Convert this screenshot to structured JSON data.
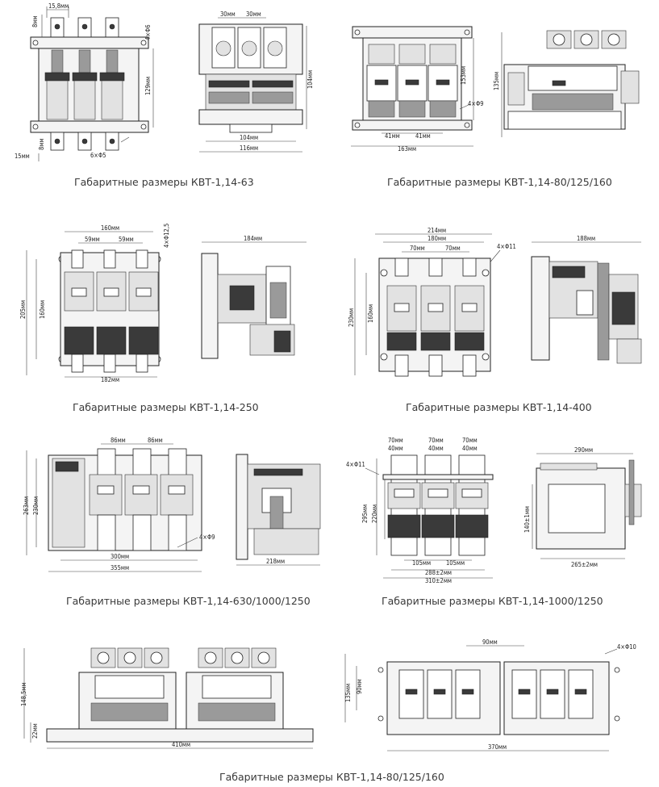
{
  "captions": {
    "c63": "Габаритные размеры КВТ-1,14-63",
    "c80": "Габаритные размеры КВТ-1,14-80/125/160",
    "c250": "Габаритные размеры КВТ-1,14-250",
    "c400": "Габаритные размеры КВТ-1,14-400",
    "c630": "Габаритные размеры КВТ-1,14-630/1000/1250",
    "c1000": "Габаритные размеры КВТ-1,14-1000/1250",
    "c80dual": "Габаритные размеры КВТ-1,14-80/125/160"
  },
  "dims": {
    "d63": {
      "w1": "15,8мм",
      "h1": "8мм",
      "hole": "4×Φ6",
      "h2": "129мм",
      "h3": "8мм",
      "w2": "15мм",
      "hole2": "6×Φ5"
    },
    "d63s": {
      "w1": "30мм",
      "w2": "30мм",
      "h1": "104мм",
      "w3": "104мм",
      "w4": "116мм"
    },
    "d80": {
      "h1": "153мм",
      "hole": "4×Φ9",
      "w1": "41мм",
      "w2": "41мм",
      "w3": "163мм"
    },
    "d80s": {
      "h1": "135мм"
    },
    "d250": {
      "w1": "160мм",
      "w2": "59мм",
      "w3": "59мм",
      "hole": "4×Φ12,5",
      "h1": "205мм",
      "h2": "160мм",
      "w4": "182мм"
    },
    "d250s": {
      "w1": "184мм"
    },
    "d400": {
      "w1": "214мм",
      "w2": "180мм",
      "w3": "70мм",
      "w4": "70мм",
      "hole": "4×Φ11",
      "h1": "230мм",
      "h2": "160мм"
    },
    "d400s": {
      "w1": "188мм"
    },
    "d630": {
      "w1": "86мм",
      "w2": "86мм",
      "h1": "263мм",
      "h2": "230мм",
      "hole": "4×Φ9",
      "w3": "300мм",
      "w4": "355мм"
    },
    "d630s": {
      "w1": "218мм"
    },
    "d1000": {
      "w1": "70мм",
      "w1b": "40мм",
      "w2": "70мм",
      "w2b": "40мм",
      "w3": "70мм",
      "w3b": "40мм",
      "hole": "4×Φ11",
      "h1": "295мм",
      "h2": "220мм",
      "w4": "105мм",
      "w5": "105мм",
      "w6": "288±2мм",
      "w7": "310±2мм"
    },
    "d1000s": {
      "w1": "290мм",
      "h1": "140±1мм",
      "w2": "265±2мм"
    },
    "d80dual": {
      "h1": "148,5мм",
      "h2": "22мм",
      "w1": "410мм"
    },
    "d80dualp": {
      "w1": "90мм",
      "hole": "4×Φ10",
      "h1": "135мм",
      "h2": "90мм",
      "w2": "370мм"
    }
  }
}
